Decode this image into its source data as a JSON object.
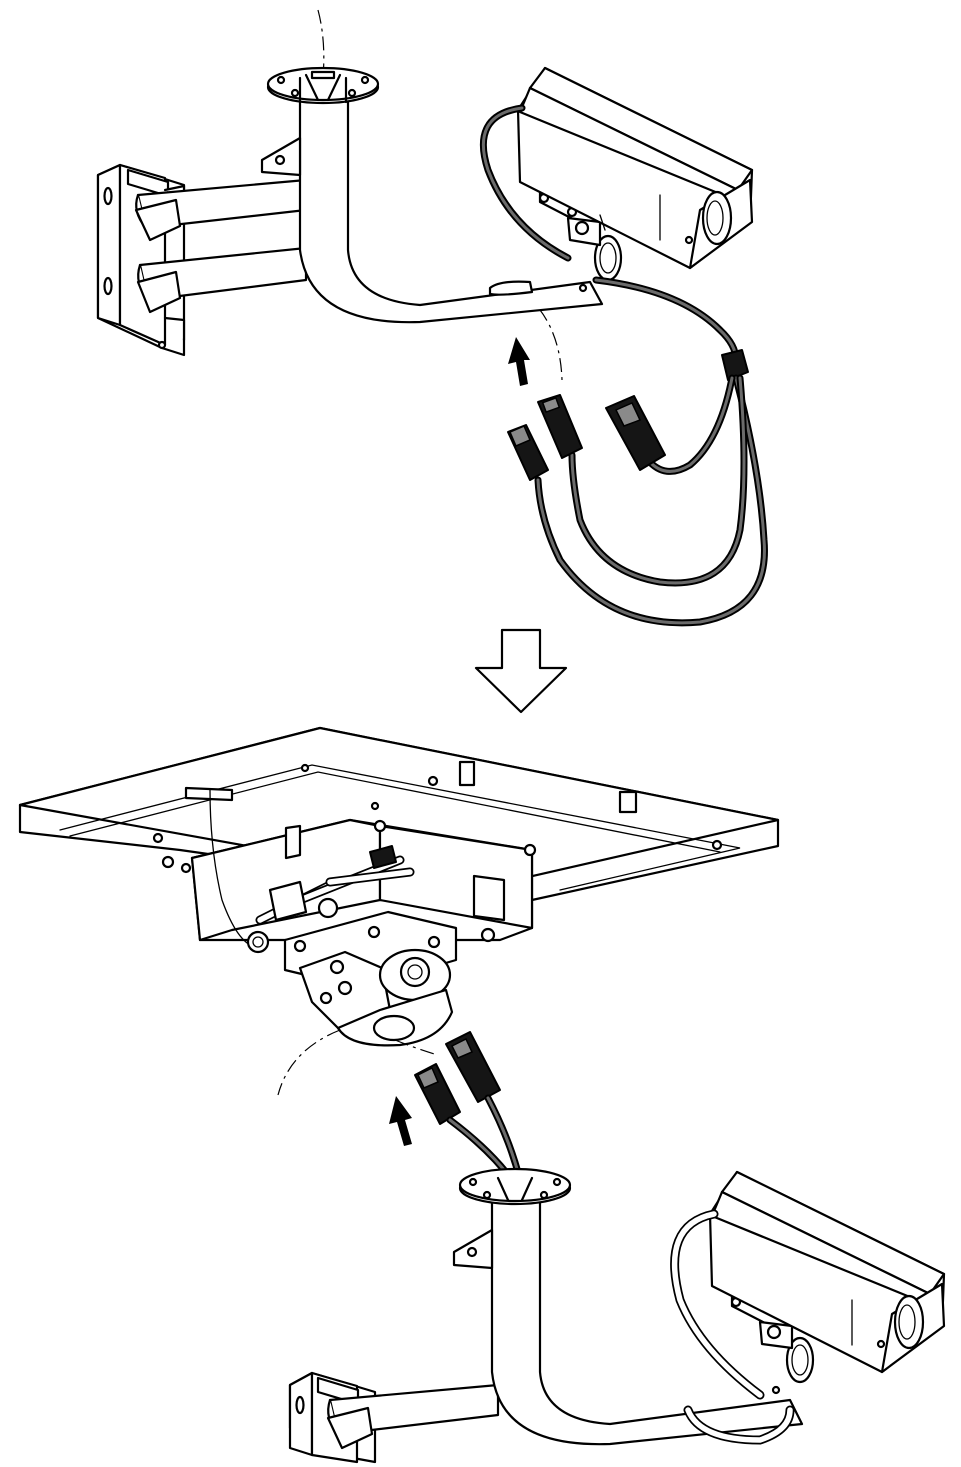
{
  "figure": {
    "panels": [
      {
        "id": "top",
        "description_key": "wall-bracket-camera-cable-routing"
      },
      {
        "id": "bottom",
        "description_key": "pan-tilt-housing-to-bracket-connection"
      }
    ],
    "icons": {
      "insert_arrow": "up-arrow-icon",
      "step_arrow": "down-hollow-arrow-icon"
    },
    "colors": {
      "line": "#000000",
      "fill": "#ffffff",
      "cable": "#151515",
      "cable_highlight": "#6b6b6b"
    }
  }
}
